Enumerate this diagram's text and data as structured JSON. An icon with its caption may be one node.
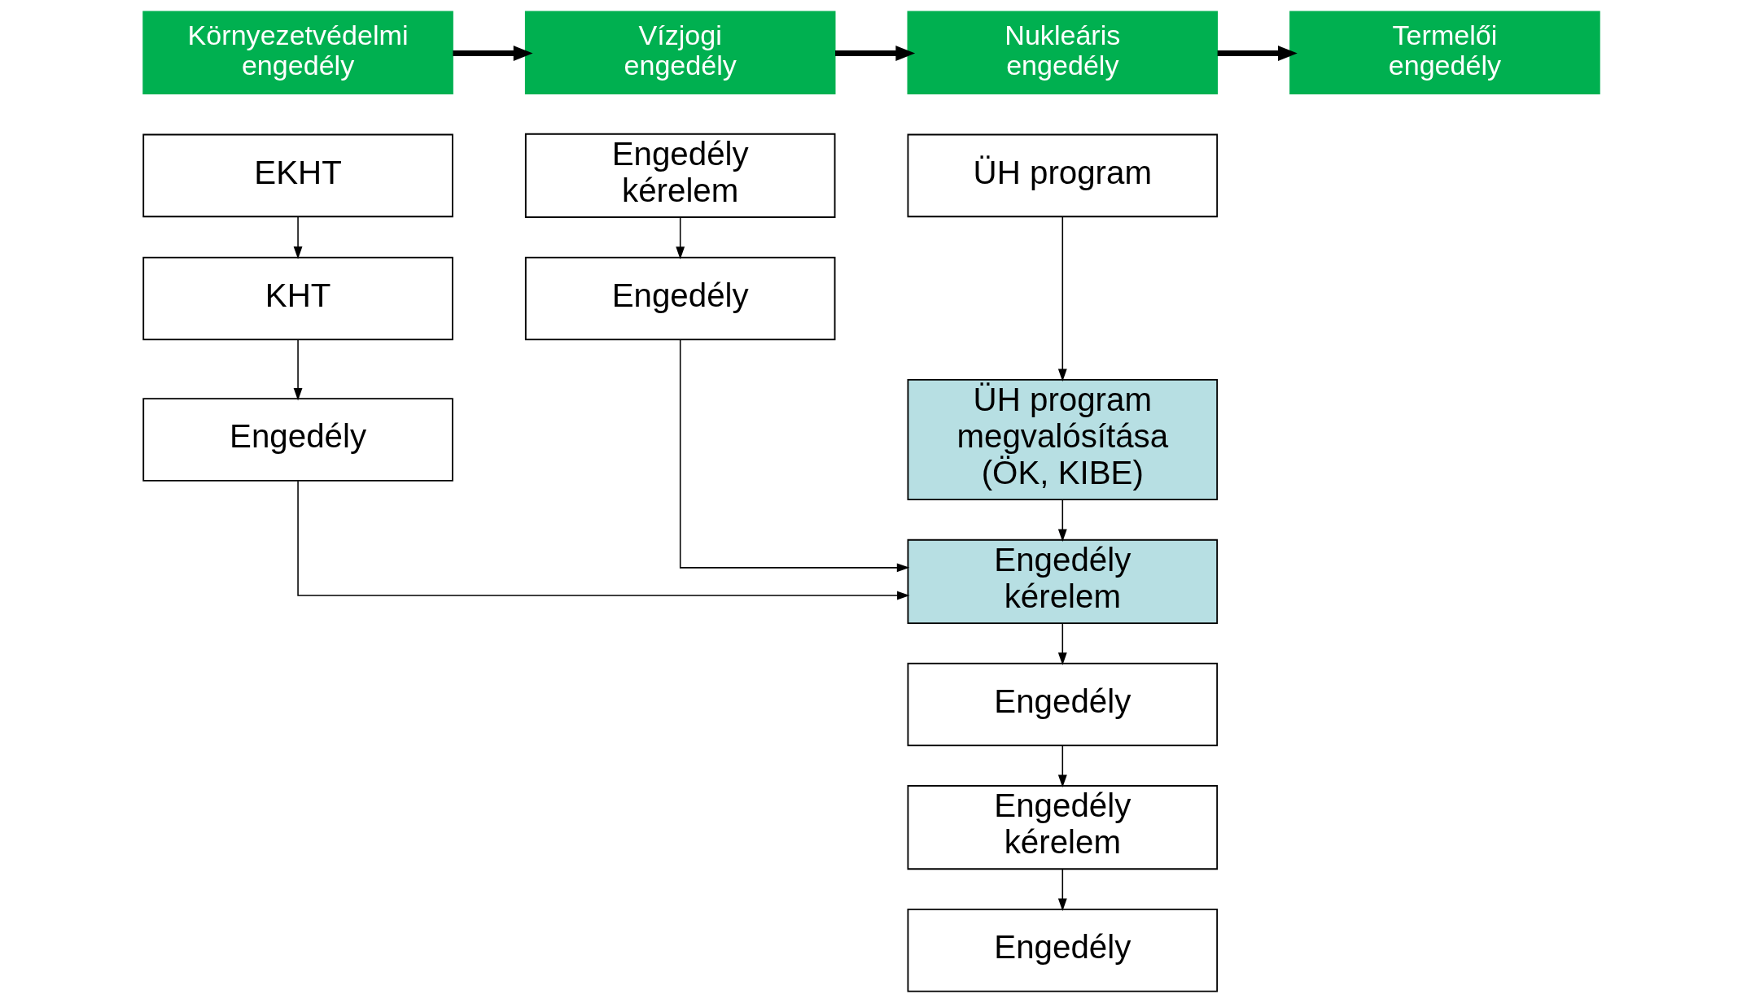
{
  "diagram": {
    "nodes": [
      {
        "text": [
          "Környezetvédelmi engedély"
        ]
      },
      {
        "text": [
          "Vízjogi engedély"
        ]
      },
      {
        "text": [
          "Nukleáris engedély"
        ]
      },
      {
        "text": [
          "Termelői engedély"
        ]
      },
      {
        "text": [
          "EKHT"
        ]
      },
      {
        "text": [
          "KHT"
        ]
      },
      {
        "text": [
          "Engedély"
        ]
      },
      {
        "text": [
          "Engedély kérelem"
        ]
      },
      {
        "text": [
          "Engedély"
        ]
      },
      {
        "text": [
          "ÜH program"
        ]
      },
      {
        "text": [
          "ÜH program megvalósítása (ÖK, KIBE)"
        ]
      },
      {
        "text": [
          "Engedély kérelem"
        ]
      },
      {
        "text": [
          "Engedély"
        ]
      },
      {
        "text": [
          "Engedély kérelem"
        ]
      },
      {
        "text": [
          "Engedély"
        ]
      }
    ],
    "edges": [
      {
        "from": 0,
        "to": 1,
        "arrow": "to",
        "style": "thick"
      },
      {
        "from": 1,
        "to": 2,
        "arrow": "to",
        "style": "thick"
      },
      {
        "from": 2,
        "to": 3,
        "arrow": "to",
        "style": "thick"
      },
      {
        "from": 4,
        "to": 5,
        "arrow": "to"
      },
      {
        "from": 5,
        "to": 6,
        "arrow": "to"
      },
      {
        "from": 6,
        "to": 11,
        "arrow": "to"
      },
      {
        "from": 7,
        "to": 8,
        "arrow": "to"
      },
      {
        "from": 8,
        "to": 11,
        "arrow": "to"
      },
      {
        "from": 9,
        "to": 10,
        "arrow": "to"
      },
      {
        "from": 10,
        "to": 11,
        "arrow": "to"
      },
      {
        "from": 11,
        "to": 12,
        "arrow": "to"
      },
      {
        "from": 12,
        "to": 13,
        "arrow": "to"
      },
      {
        "from": 13,
        "to": 14,
        "arrow": "to"
      }
    ]
  }
}
